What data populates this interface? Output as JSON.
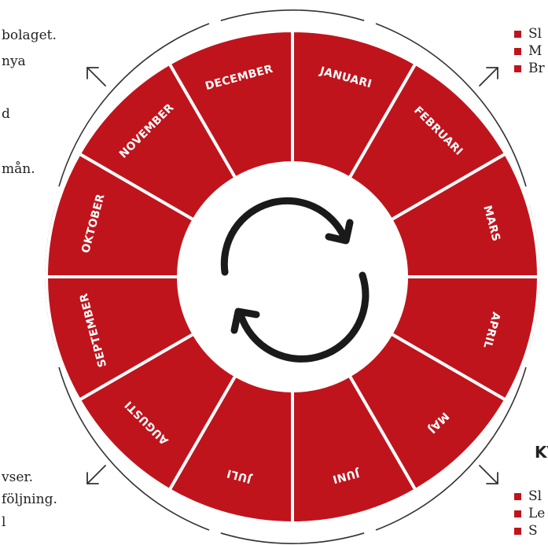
{
  "left_text_top": [
    "bolaget.",
    "nya",
    "d",
    "mån."
  ],
  "left_text_bottom": [
    "vser.",
    "följning.",
    "l"
  ],
  "right_list_top": [
    "Sl",
    "M",
    "Br"
  ],
  "right_heading": "KV",
  "right_list_bottom": [
    "Sl",
    "Le",
    "S"
  ],
  "wheel": {
    "months": [
      "JANUARI",
      "FEBRUARI",
      "MARS",
      "APRIL",
      "MAJ",
      "JUNI",
      "JULI",
      "AUGUSTI",
      "SEPTEMBER",
      "OKTOBER",
      "NOVEMBER",
      "DECEMBER"
    ],
    "segment_color": "#c0141c",
    "center_icon": "refresh-cycle-icon"
  }
}
